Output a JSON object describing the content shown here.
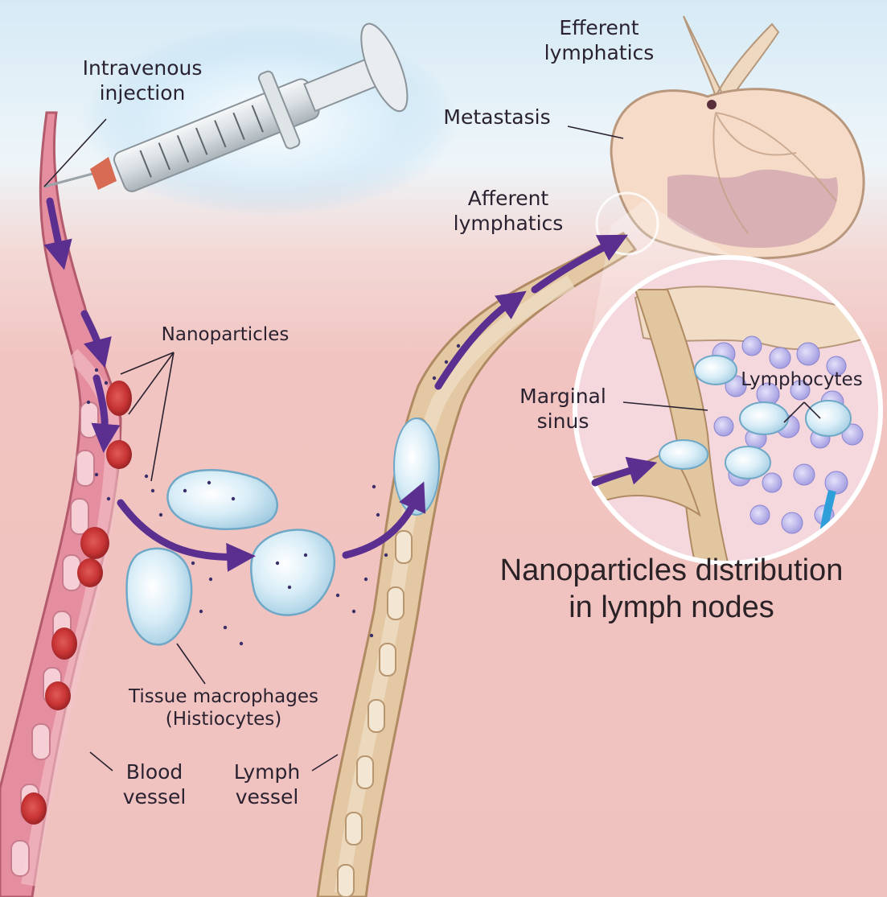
{
  "labels": {
    "intravenous_injection": [
      "Intravenous",
      "injection"
    ],
    "efferent_lymphatics": [
      "Efferent",
      "lymphatics"
    ],
    "metastasis": "Metastasis",
    "afferent_lymphatics": [
      "Afferent",
      "lymphatics"
    ],
    "nanoparticles": "Nanoparticles",
    "marginal_sinus": [
      "Marginal",
      "sinus"
    ],
    "lymphocytes": "Lymphocytes",
    "tissue_macrophages": [
      "Tissue macrophages",
      "(Histiocytes)"
    ],
    "blood_vessel": [
      "Blood",
      "vessel"
    ],
    "lymph_vessel": [
      "Lymph",
      "vessel"
    ]
  },
  "caption": [
    "Nanoparticles distribution",
    "in lymph nodes"
  ],
  "colors": {
    "background_tissue": "#f1c4c1",
    "sky": "#d9ecf6",
    "blood_vessel": "#e89aa8",
    "lymph_vessel": "#e7cfae",
    "red_blood_cell": "#c93a3a",
    "macrophage": "#d4e9f3",
    "flow_arrow": "#5b2f8f",
    "lymph_node": "#f6dccb",
    "lymphocyte": "#b8b4ea",
    "nanoparticle_dot": "#3b2f6a"
  }
}
